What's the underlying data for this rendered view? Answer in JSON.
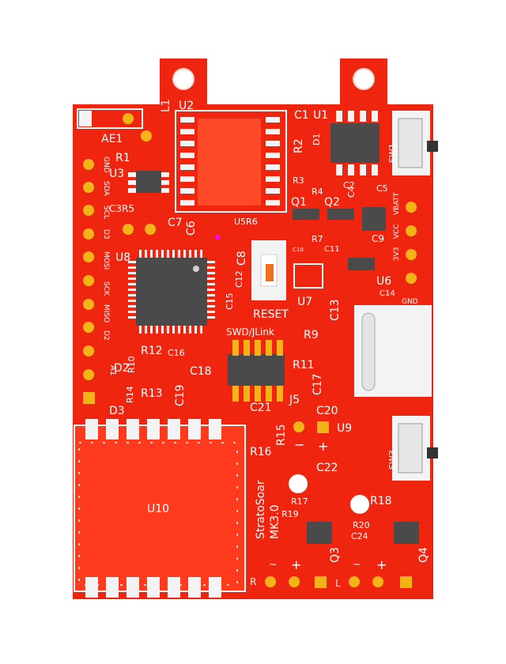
{
  "board": {
    "colors": {
      "substrate": "#f0250f",
      "copper": "#ff4a2a",
      "silk": "#ffffff",
      "pad": "#f3f3f3",
      "gold": "#f3b418",
      "ic_body": "#4a4a4a",
      "marker": "#ff00ff"
    },
    "refs": {
      "l1": "L1",
      "u2": "U2",
      "c1": "C1",
      "u1": "U1",
      "ae1": "AE1",
      "r1": "R1",
      "r2": "R2",
      "d1": "D1",
      "sw1": "SW1",
      "u3": "U3",
      "r3": "R3",
      "r4": "R4",
      "c2": "C2",
      "c4": "C4",
      "c5": "C5",
      "c3r5": "C3R5",
      "q1": "Q1",
      "q2": "Q2",
      "c7": "C7",
      "c6": "C6",
      "u5r6": "U5R6",
      "r7": "R7",
      "c9": "C9",
      "c10": "C10",
      "c11": "C11",
      "u8": "U8",
      "c8": "C8",
      "c12": "C12",
      "c15": "C15",
      "u6": "U6",
      "c14": "C14",
      "u7": "U7",
      "c13": "C13",
      "reset": "RESET",
      "r9": "R9",
      "swd": "SWD/JLink",
      "r12": "R12",
      "c16": "C16",
      "r10": "R10",
      "d2": "D2",
      "a1": "A1",
      "c18": "C18",
      "r11": "R11",
      "c17": "C17",
      "r13": "R13",
      "r14": "R14",
      "c19": "C19",
      "j5": "J5",
      "d3": "D3",
      "c21": "C21",
      "r15": "R15",
      "c20": "C20",
      "u9": "U9",
      "r16": "R16",
      "sw3": "SW3",
      "c22": "C22",
      "u10": "U10",
      "r17": "R17",
      "r18": "R18",
      "r19": "R19",
      "r20": "R20",
      "c24": "C24",
      "q3": "Q3",
      "q4": "Q4"
    },
    "pin_labels": {
      "gnd": "GND",
      "sda": "SDA",
      "scl": "SCL",
      "d3": "D3",
      "mosi": "MOSI",
      "sck": "SCK",
      "miso": "MISO",
      "d2": "D2",
      "vbatt": "VBATT",
      "vcc": "VCC",
      "v3v3": "3V3",
      "gnd_right": "GND"
    },
    "signs": {
      "minus": "−",
      "plus": "+",
      "r": "R",
      "l": "L",
      "tilde": "~",
      "plus_small": "+"
    },
    "brand": {
      "name": "StratoSoar",
      "version": "MK3.0"
    }
  }
}
